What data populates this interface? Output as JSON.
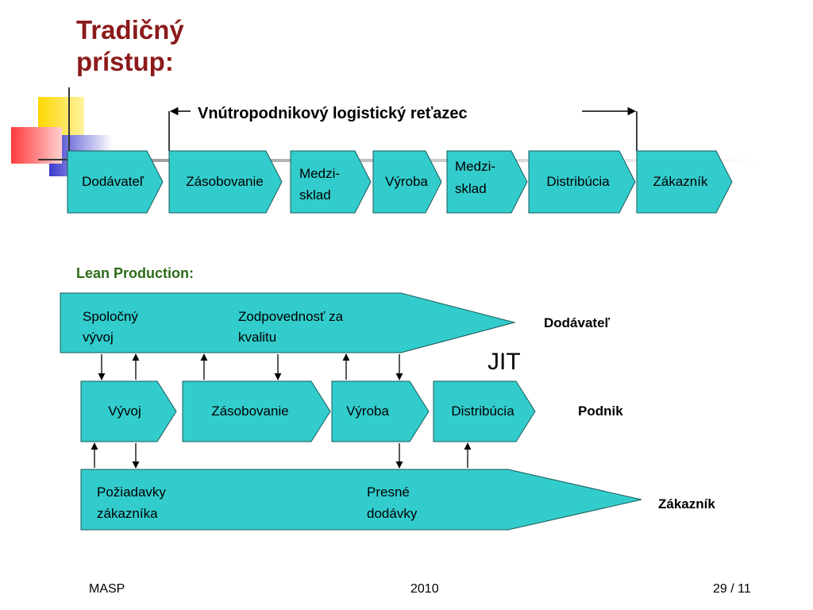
{
  "slide": {
    "title_line1": "Tradičný",
    "title_line2": "prístup:"
  },
  "traditional": {
    "chain_label": "Vnútropodnikový logistický reťazec",
    "steps": [
      "Dodávateľ",
      "Zásobovanie",
      "Medzi-",
      "sklad",
      "Výroba",
      "Medzi-",
      "sklad",
      "Distribúcia",
      "Zákazník"
    ]
  },
  "lean": {
    "title": "Lean Production:",
    "supplier_band": {
      "item1_l1": "Spoločný",
      "item1_l2": "vývoj",
      "item2_l1": "Zodpovednosť za",
      "item2_l2": "kvalitu",
      "side_label": "Dodávateľ"
    },
    "jit": "JIT",
    "company_steps": [
      "Vývoj",
      "Zásobovanie",
      "Výroba",
      "Distribúcia"
    ],
    "company_label": "Podnik",
    "customer_band": {
      "item1_l1": "Požiadavky",
      "item1_l2": "zákazníka",
      "item2_l1": "Presné",
      "item2_l2": "dodávky",
      "side_label": "Zákazník"
    }
  },
  "footer": {
    "left": "MASP",
    "center": "2010",
    "right": "29 / 11"
  },
  "colors": {
    "box_fill": "#33cccc",
    "title": "#8b1a1a",
    "section_title": "#2e6b1a"
  }
}
